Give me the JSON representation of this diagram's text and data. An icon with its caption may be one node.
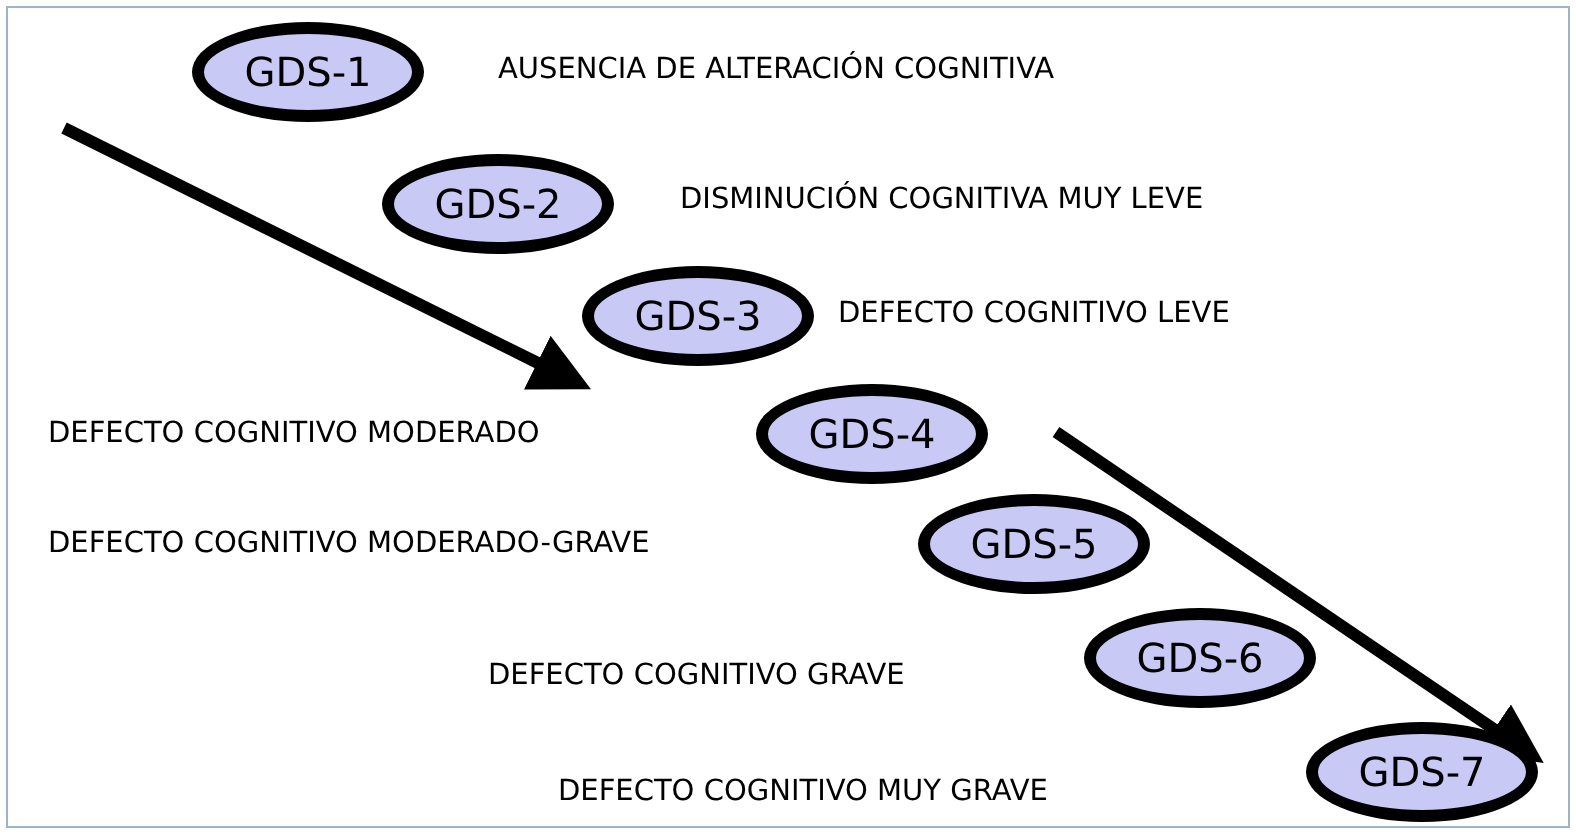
{
  "diagram": {
    "nodes": [
      {
        "text": [
          "GDS-1"
        ],
        "beside": [
          "AUSENCIA DE ALTERACIÓN COGNITIVA"
        ]
      },
      {
        "text": [
          "GDS-2"
        ],
        "beside": [
          "DISMINUCIÓN COGNITIVA MUY LEVE"
        ]
      },
      {
        "text": [
          "GDS-3"
        ],
        "beside": [
          "DEFECTO COGNITIVO LEVE"
        ]
      },
      {
        "text": [
          "GDS-4"
        ]
      },
      {
        "text": [
          "GDS-5"
        ]
      },
      {
        "text": [
          "GDS-6"
        ]
      },
      {
        "text": [
          "GDS-7"
        ]
      }
    ],
    "labels": [
      "DEFECTO COGNITIVO MODERADO",
      "DEFECTO COGNITIVO MODERADO-GRAVE",
      "DEFECTO COGNITIVO GRAVE",
      "DEFECTO COGNITIVO MUY GRAVE"
    ]
  }
}
